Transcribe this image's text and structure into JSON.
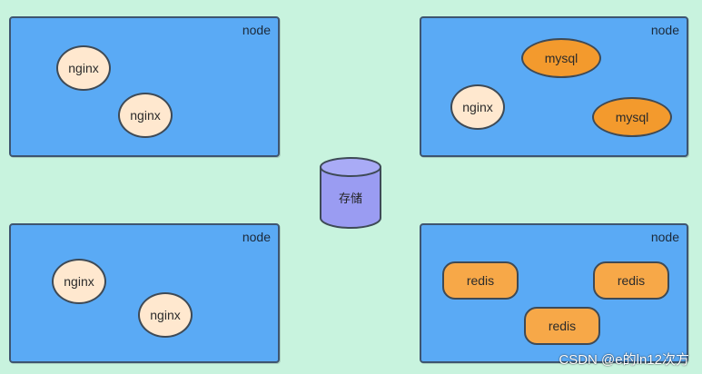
{
  "nodes": [
    {
      "label": "node",
      "items": [
        "nginx",
        "nginx"
      ]
    },
    {
      "label": "node",
      "items": [
        "mysql",
        "nginx",
        "mysql"
      ]
    },
    {
      "label": "node",
      "items": [
        "nginx",
        "nginx"
      ]
    },
    {
      "label": "node",
      "items": [
        "redis",
        "redis",
        "redis"
      ]
    }
  ],
  "storage": {
    "label": "存储"
  },
  "watermark": "CSDN @e的ln12次方",
  "colors": {
    "background": "#c8f3de",
    "node_fill": "#5aaaf5",
    "nginx_fill": "#ffe8cf",
    "mysql_fill": "#f39a2d",
    "redis_fill": "#f7a848",
    "storage_fill": "#9a9cf2"
  }
}
